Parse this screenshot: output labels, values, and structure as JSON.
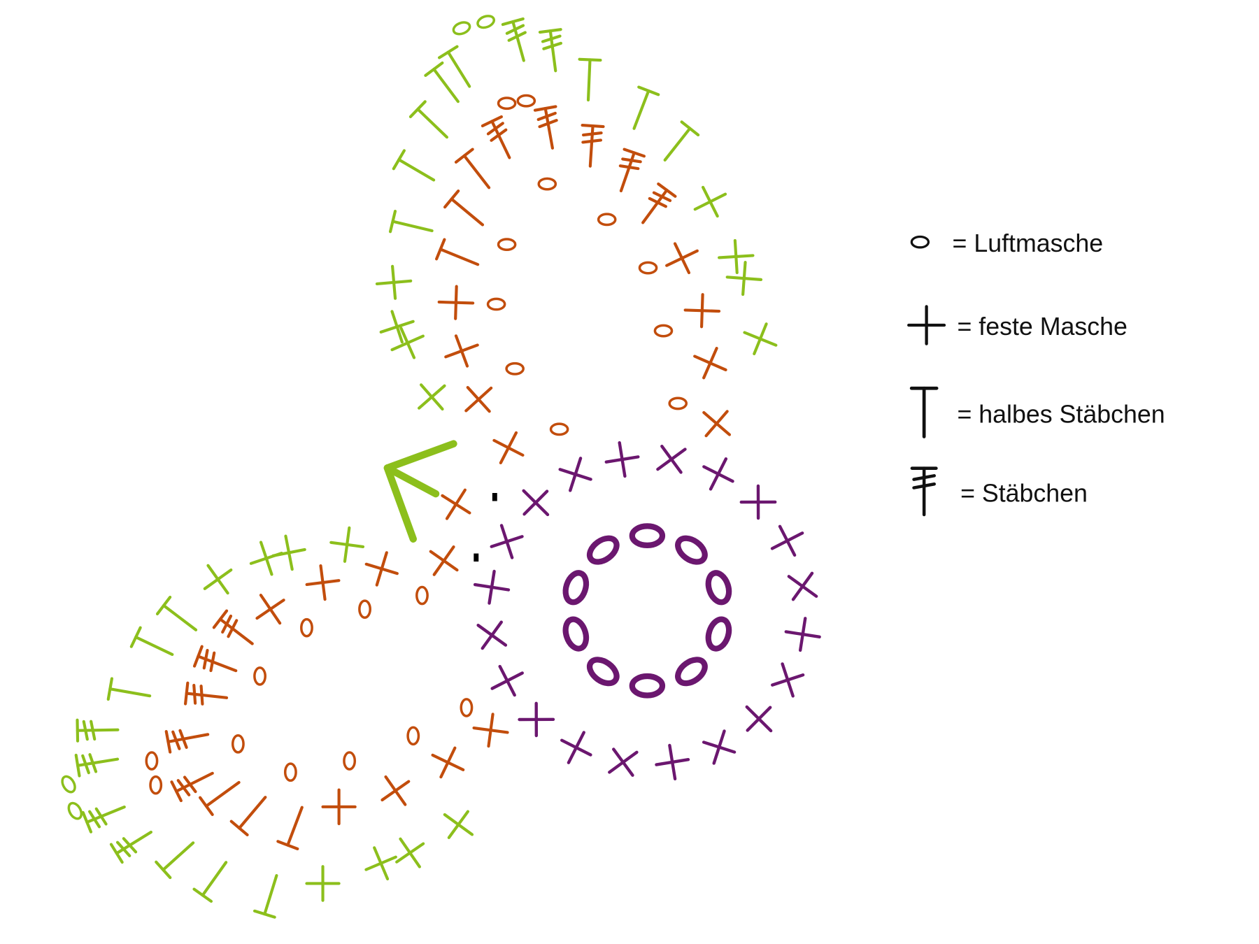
{
  "colors": {
    "round1": "#6b176f",
    "round2": "#c24d0c",
    "round3": "#8cbf1c",
    "legend": "#111111"
  },
  "legend": [
    {
      "symbol": "chain",
      "label": "= Luftmasche"
    },
    {
      "symbol": "sc",
      "label": "= feste Masche"
    },
    {
      "symbol": "hdc",
      "label": "= halbes Stäbchen"
    },
    {
      "symbol": "dc",
      "label": "= Stäbchen"
    }
  ],
  "rows": {
    "center_chains": {
      "color": "round1",
      "count": 10
    },
    "center_sc": {
      "color": "round1",
      "count": 20
    },
    "top_inner": {
      "color": "round2",
      "stitches": [
        "sc",
        "sc",
        "sc",
        "sc",
        "sc",
        "hdc",
        "hdc",
        "hdc",
        "dc",
        "dc",
        "dc",
        "dc",
        "dc",
        "sc",
        "sc",
        "sc",
        "sc"
      ],
      "chains": 11
    },
    "top_outer": {
      "color": "round3",
      "stitches": [
        "sc",
        "sc",
        "sc",
        "sc",
        "hdc",
        "hdc",
        "hdc",
        "hdc",
        "hdc",
        "dc",
        "dc",
        "hdc",
        "hdc",
        "hdc",
        "sc",
        "sc",
        "sc",
        "sc"
      ],
      "chains": 2
    },
    "bottom_inner": {
      "color": "round2",
      "stitches": [
        "sc",
        "sc",
        "sc",
        "sc",
        "dc",
        "dc",
        "dc",
        "dc",
        "dc",
        "hdc",
        "hdc",
        "hdc",
        "sc",
        "sc",
        "sc",
        "sc"
      ],
      "chains": 11
    },
    "bottom_outer": {
      "color": "round3",
      "stitches": [
        "sc",
        "sc",
        "sc",
        "sc",
        "hdc",
        "hdc",
        "hdc",
        "dc",
        "dc",
        "dc",
        "dc",
        "hdc",
        "hdc",
        "hdc",
        "sc",
        "sc",
        "sc",
        "sc"
      ],
      "chains": 2
    }
  },
  "start_marker": {
    "symbol": "arrow",
    "color": "round3"
  }
}
